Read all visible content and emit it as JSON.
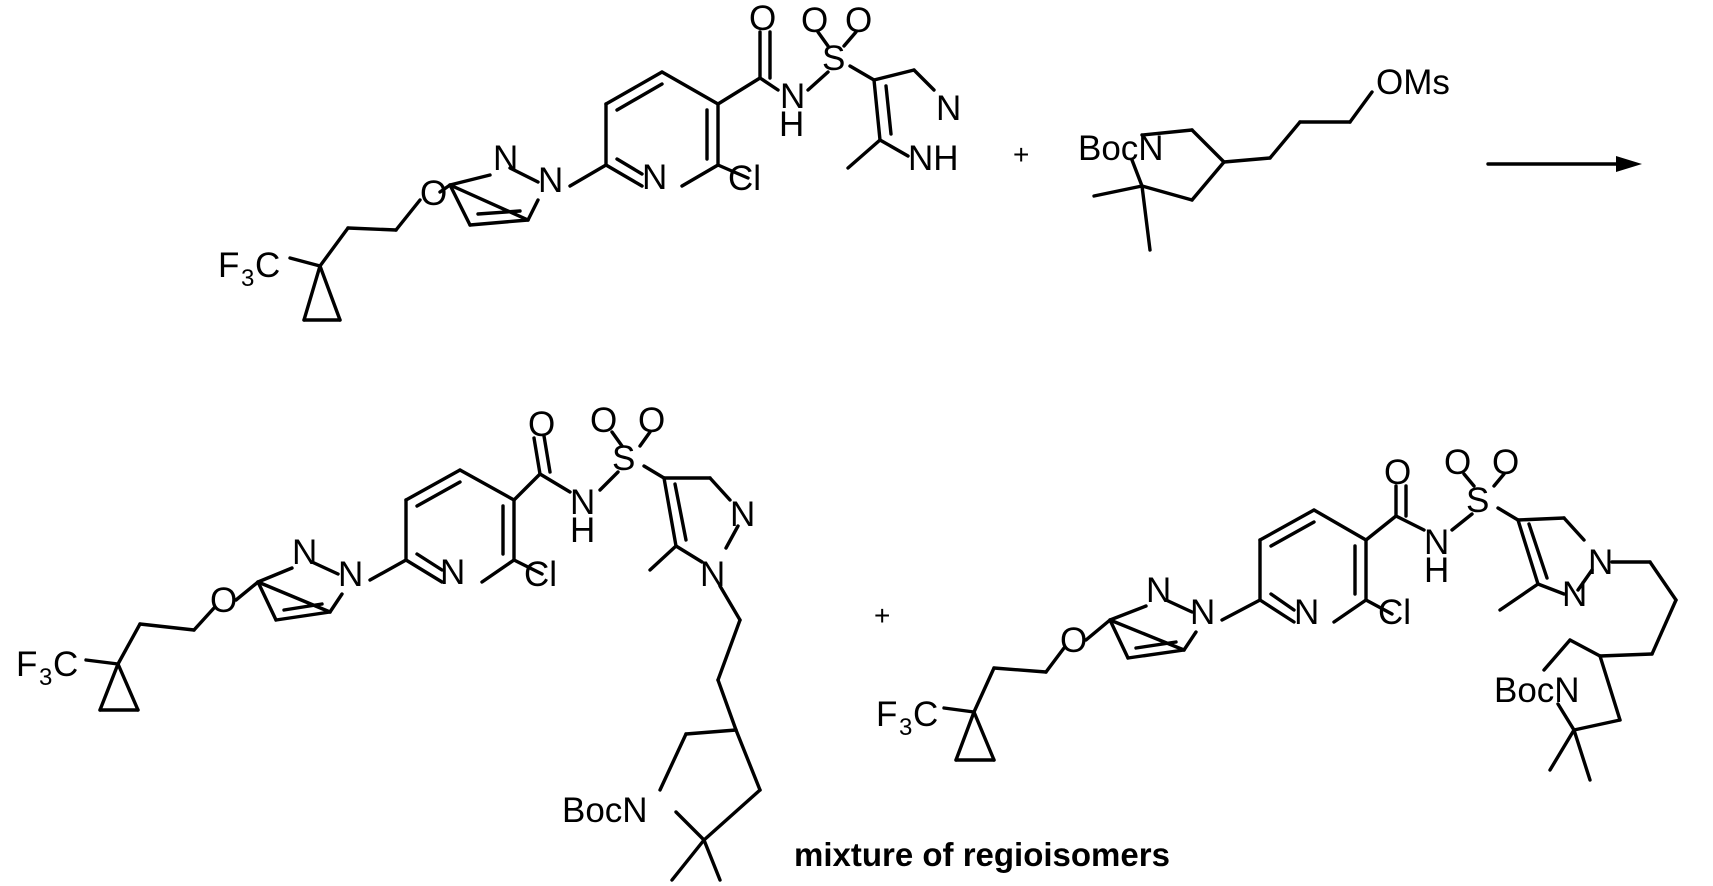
{
  "labels": {
    "O": "O",
    "S": "S",
    "N": "N",
    "H": "H",
    "NH": "NH",
    "Cl": "Cl",
    "OMs": "OMs",
    "BocN": "BocN",
    "F": "F",
    "three": "3",
    "C": "C",
    "plus": "+"
  },
  "caption": "mixture of regioisomers"
}
